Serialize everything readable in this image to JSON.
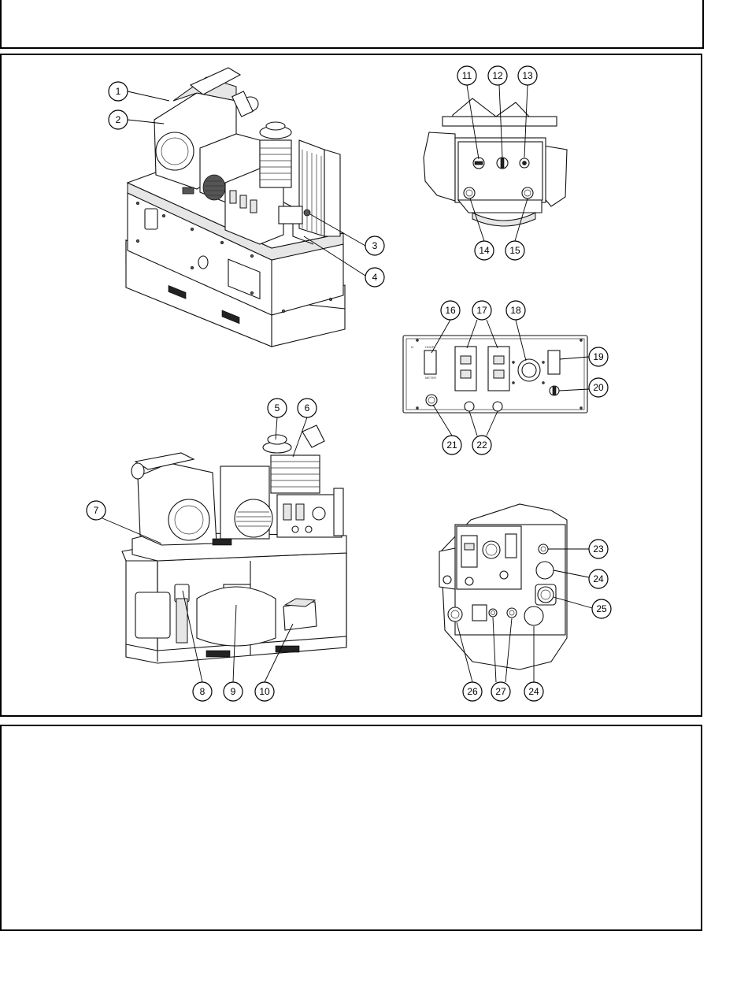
{
  "callouts": [
    {
      "id": "c1",
      "label": "1"
    },
    {
      "id": "c2",
      "label": "2"
    },
    {
      "id": "c3",
      "label": "3"
    },
    {
      "id": "c4",
      "label": "4"
    },
    {
      "id": "c5",
      "label": "5"
    },
    {
      "id": "c6",
      "label": "6"
    },
    {
      "id": "c7",
      "label": "7"
    },
    {
      "id": "c8",
      "label": "8"
    },
    {
      "id": "c9",
      "label": "9"
    },
    {
      "id": "c10",
      "label": "10"
    },
    {
      "id": "c11",
      "label": "11"
    },
    {
      "id": "c12",
      "label": "12"
    },
    {
      "id": "c13",
      "label": "13"
    },
    {
      "id": "c14",
      "label": "14"
    },
    {
      "id": "c15",
      "label": "15"
    },
    {
      "id": "c16",
      "label": "16"
    },
    {
      "id": "c17",
      "label": "17"
    },
    {
      "id": "c18",
      "label": "18"
    },
    {
      "id": "c19",
      "label": "19"
    },
    {
      "id": "c20",
      "label": "20"
    },
    {
      "id": "c21",
      "label": "21"
    },
    {
      "id": "c22",
      "label": "22"
    },
    {
      "id": "c23",
      "label": "23"
    },
    {
      "id": "c24a",
      "label": "24"
    },
    {
      "id": "c25",
      "label": "25"
    },
    {
      "id": "c26",
      "label": "26"
    },
    {
      "id": "c27",
      "label": "27"
    },
    {
      "id": "c24b",
      "label": "24"
    }
  ]
}
